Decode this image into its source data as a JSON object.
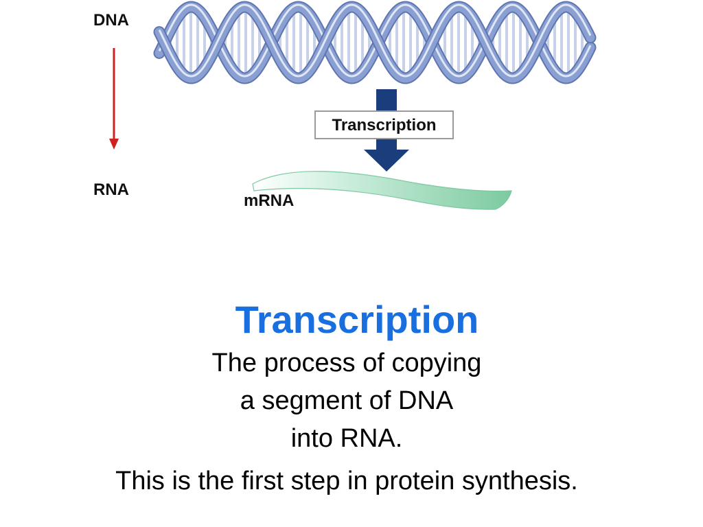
{
  "diagram": {
    "dna_label": "DNA",
    "rna_label": "RNA",
    "process_label": "Transcription",
    "mrna_label": "mRNA",
    "colors": {
      "dna_backbone": "#8aa0d2",
      "dna_backbone_edge": "#5f75b0",
      "base_pairs": "#c7d2ea",
      "flow_arrow": "#cc2222",
      "transcription_arrow": "#1a3d7c",
      "mrna_strand": "#8fd3b0"
    }
  },
  "slide": {
    "title": "Transcription",
    "title_color": "#1a6fe0",
    "definition_lines": [
      "The process of copying",
      "a segment of DNA",
      "into RNA."
    ],
    "note": "This is the first step in protein synthesis."
  }
}
